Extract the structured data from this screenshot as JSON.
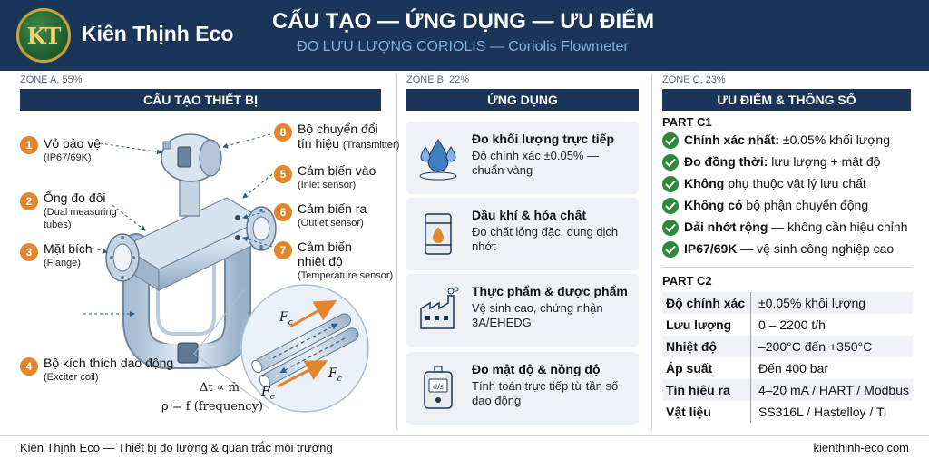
{
  "header": {
    "logo_text": "KT",
    "brand": "Kiên Thịnh Eco",
    "title": "CẤU TẠO — ỨNG DỤNG — ƯU ĐIỂM",
    "subtitle": "ĐO LƯU LƯỢNG CORIOLIS — Coriolis Flowmeter"
  },
  "zones": {
    "a_label": "ZONE A, 55%",
    "b_label": "ZONE B, 22%",
    "c_label": "ZONE C, 23%"
  },
  "zone_a": {
    "band": "CẤU TẠO THIẾT BỊ",
    "callouts": [
      {
        "num": "1",
        "main": "Vỏ bảo vệ",
        "sub": "(IP67/69K)"
      },
      {
        "num": "2",
        "main": "Ống đo đôi",
        "sub1": "(Dual measuring",
        "sub2": "tubes)"
      },
      {
        "num": "3",
        "main": "Mặt bích",
        "sub": "(Flange)"
      },
      {
        "num": "4",
        "main": "Bộ kích thích dao động",
        "sub": "(Exciter coil)"
      },
      {
        "num": "5",
        "main": "Cảm biến vào",
        "sub": "(Inlet sensor)"
      },
      {
        "num": "6",
        "main": "Cảm biến ra",
        "sub": "(Outlet sensor)"
      },
      {
        "num": "7",
        "main1": "Cảm biến",
        "main2": "nhiệt độ",
        "sub": "(Temperature sensor)"
      },
      {
        "num": "8",
        "main1": "Bộ chuyển đổi",
        "main2": "tín hiệu",
        "sub": "(Transmitter)"
      }
    ],
    "fc_label": "F",
    "fc_sub": "c",
    "formula1": "Δt ∝ ṁ",
    "formula2": "ρ = f (frequency)"
  },
  "zone_b": {
    "band": "ỨNG DỤNG",
    "cards": [
      {
        "title": "Đo khối lượng trực tiếp",
        "text": "Độ chính xác ±0.05% — chuẩn vàng",
        "icon": "drops-icon"
      },
      {
        "title": "Dầu khí & hóa chất",
        "text": "Đo chất lỏng đặc, dung dịch nhớt",
        "icon": "oil-barrel-icon"
      },
      {
        "title": "Thực phẩm & dược phẩm",
        "text": "Vệ sinh cao, chứng nhận 3A/EHEDG",
        "icon": "factory-icon"
      },
      {
        "title": "Đo mật độ & nồng độ",
        "text": "Tính toán trực tiếp từ tần số dao động",
        "icon": "density-meter-icon",
        "icon_text": "d/s"
      }
    ]
  },
  "zone_c": {
    "band": "ƯU ĐIỂM & THÔNG SỐ",
    "part1": "PART C1",
    "advantages": [
      {
        "bold": "Chính xác nhất:",
        "rest": " ±0.05% khối lượng"
      },
      {
        "bold": "Đo đồng thời:",
        "rest": " lưu lượng + mật độ"
      },
      {
        "bold": "Không",
        "rest": " phụ thuộc vật lý lưu chất"
      },
      {
        "bold": "Không có",
        "rest": " bộ phận chuyển động"
      },
      {
        "bold": "Dải nhớt rộng",
        "rest": " — không cần hiệu chỉnh"
      },
      {
        "bold": "IP67/69K",
        "rest": " — vệ sinh công nghiệp cao"
      }
    ],
    "part2": "PART C2",
    "specs": [
      {
        "k": "Độ chính xác",
        "v": "±0.05% khối lượng"
      },
      {
        "k": "Lưu lượng",
        "v": "0 – 2200 t/h"
      },
      {
        "k": "Nhiệt độ",
        "v": "–200°C đến +350°C"
      },
      {
        "k": "Áp suất",
        "v": "Đến 400 bar"
      },
      {
        "k": "Tín hiệu ra",
        "v": "4–20 mA / HART / Modbus"
      },
      {
        "k": "Vật liệu",
        "v": "SS316L / Hastelloy / Ti"
      }
    ]
  },
  "footer": {
    "left": "Kiên Thịnh Eco — Thiết bị đo lường & quan trắc môi trường",
    "right": "kienthinh-eco.com"
  },
  "colors": {
    "navy": "#1a3558",
    "orange": "#e2852c",
    "green": "#2c8a3c",
    "light_blue": "#7fb2e6"
  }
}
